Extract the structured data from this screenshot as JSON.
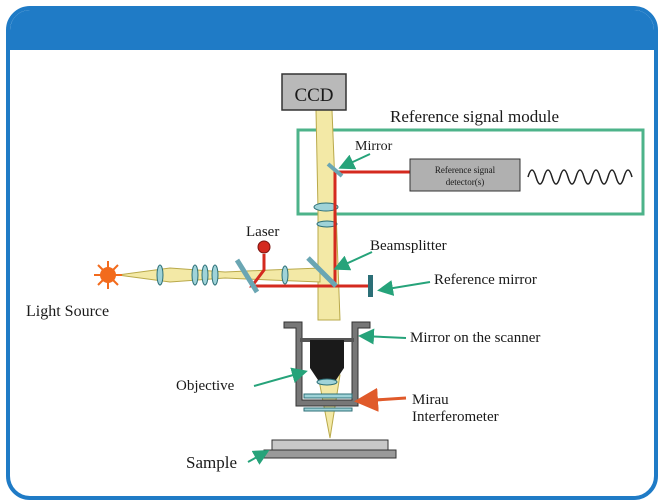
{
  "labels": {
    "ccd": "CCD",
    "ref_module": "Reference signal module",
    "mirror": "Mirror",
    "detector_line1": "Reference  signal",
    "detector_line2": "detector(s)",
    "laser": "Laser",
    "beamsplitter": "Beamsplitter",
    "reference_mirror": "Reference mirror",
    "light_source": "Light Source",
    "mirror_on_scanner": "Mirror on the scanner",
    "objective": "Objective",
    "mirau_line1": "Mirau",
    "mirau_line2": "Interferometer",
    "sample": "Sample"
  },
  "colors": {
    "frame": "#1f7bc6",
    "module_border": "#4db38a",
    "laser_beam": "#d42a1f",
    "light_beam": "#f3e9a6",
    "green_arrow": "#26a37a",
    "red_arrow": "#e05a2a"
  }
}
